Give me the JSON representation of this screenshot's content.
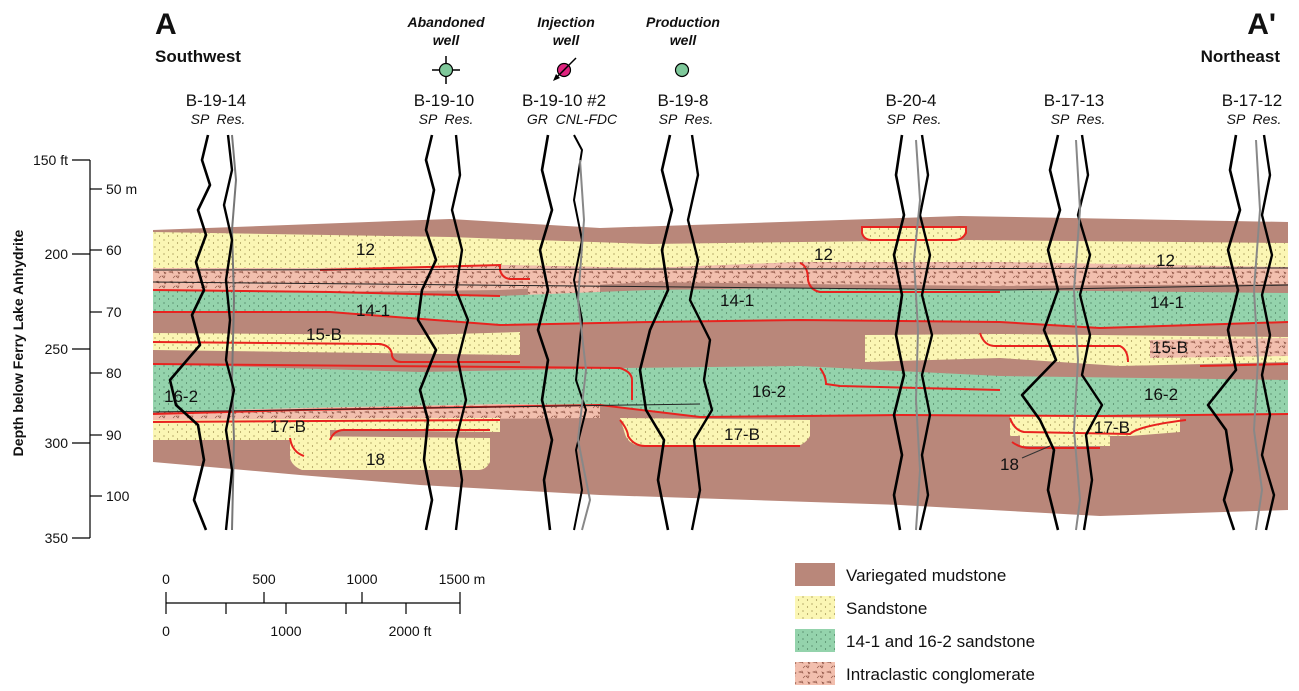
{
  "section": {
    "start_label": "A",
    "end_label": "A'",
    "start_direction": "Southwest",
    "end_direction": "Northeast"
  },
  "well_symbols": [
    {
      "label_line1": "Abandoned",
      "label_line2": "well",
      "color": "#7ec89a",
      "icon": "abandoned-well-icon"
    },
    {
      "label_line1": "Injection",
      "label_line2": "well",
      "color": "#e0237f",
      "icon": "injection-well-icon"
    },
    {
      "label_line1": "Production",
      "label_line2": "well",
      "color": "#7ec89a",
      "icon": "production-well-icon"
    }
  ],
  "wells": [
    {
      "name": "B-19-14",
      "logs": "SP  Res."
    },
    {
      "name": "B-19-10",
      "logs": "SP  Res."
    },
    {
      "name": "B-19-10 #2",
      "logs": "GR  CNL-FDC"
    },
    {
      "name": "B-19-8",
      "logs": "SP  Res."
    },
    {
      "name": "B-20-4",
      "logs": "SP  Res."
    },
    {
      "name": "B-17-13",
      "logs": "SP  Res."
    },
    {
      "name": "B-17-12",
      "logs": "SP  Res."
    }
  ],
  "unit_labels": {
    "u12_a": "12",
    "u12_b": "12",
    "u12_c": "12",
    "u141_a": "14-1",
    "u141_b": "14-1",
    "u141_c": "14-1",
    "u15b_a": "15-B",
    "u15b_b": "15-B",
    "u162_a": "16-2",
    "u162_b": "16-2",
    "u162_c": "16-2",
    "u17b_a": "17-B",
    "u17b_b": "17-B",
    "u17b_c": "17-B",
    "u18_a": "18",
    "u18_b": "18"
  },
  "depth_axis": {
    "title": "Depth below Ferry Lake Anhydrite",
    "ft_ticks": [
      "150 ft",
      "200",
      "250",
      "300",
      "350"
    ],
    "m_ticks": [
      "50 m",
      "60",
      "70",
      "80",
      "90",
      "100"
    ]
  },
  "scale_bar": {
    "m_labels": [
      "0",
      "500",
      "1000",
      "1500 m"
    ],
    "ft_labels": [
      "0",
      "1000",
      "2000 ft"
    ]
  },
  "legend": [
    {
      "label": "Variegated mudstone",
      "color": "#b9877a"
    },
    {
      "label": "Sandstone",
      "color": "#fbf6b4"
    },
    {
      "label": "14-1 and 16-2 sandstone",
      "color": "#94d3ac"
    },
    {
      "label": "Intraclastic conglomerate",
      "color": "#f2bfae"
    }
  ],
  "colors": {
    "mudstone": "#b9877a",
    "sandstone": "#fbf6b4",
    "green_sandstone": "#94d3ac",
    "conglomerate": "#f2bfae",
    "boundary": "#e8231f"
  }
}
